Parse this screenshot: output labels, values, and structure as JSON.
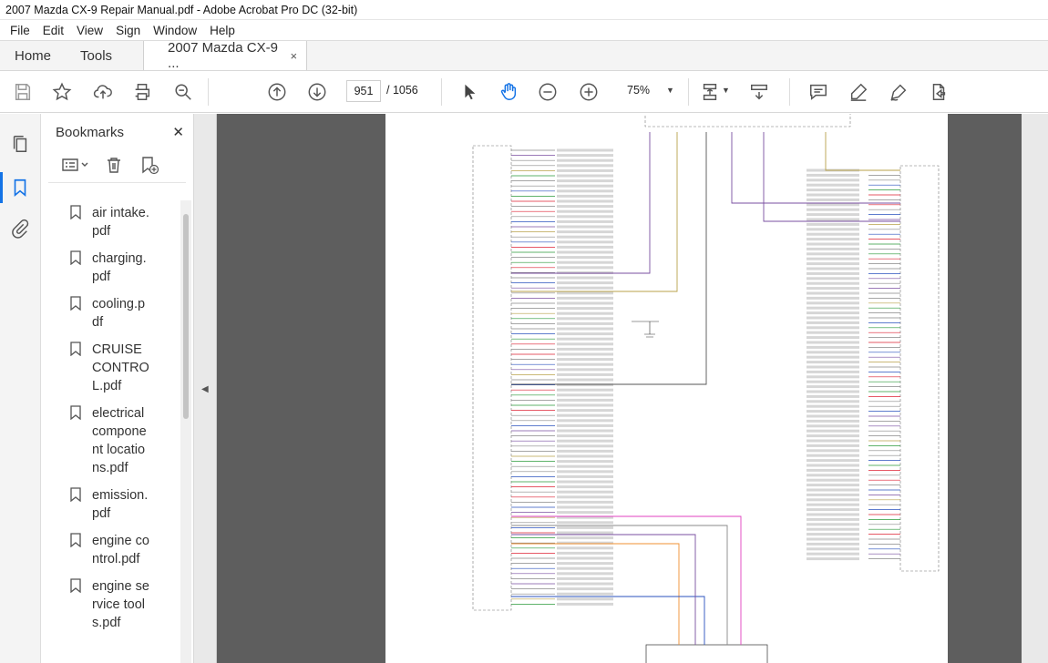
{
  "window": {
    "title": "2007 Mazda CX-9 Repair Manual.pdf - Adobe Acrobat Pro DC (32-bit)"
  },
  "menu": [
    "File",
    "Edit",
    "View",
    "Sign",
    "Window",
    "Help"
  ],
  "tabs": {
    "home": "Home",
    "tools": "Tools",
    "document": "2007 Mazda CX-9 ...",
    "close": "×"
  },
  "toolbar": {
    "page_current": "951",
    "page_total": "/ 1056",
    "zoom": "75%"
  },
  "bookmarks": {
    "title": "Bookmarks",
    "close": "✕",
    "items": [
      "air intake.pdf",
      "charging.pdf",
      "cooling.pdf",
      "CRUISE CONTROL.pdf",
      "electrical component locations.pdf",
      "emission.pdf",
      "engine control.pdf",
      "engine service tools.pdf"
    ]
  },
  "colors": {
    "accent": "#1473e6",
    "doc_bg": "#5e5e5e"
  }
}
